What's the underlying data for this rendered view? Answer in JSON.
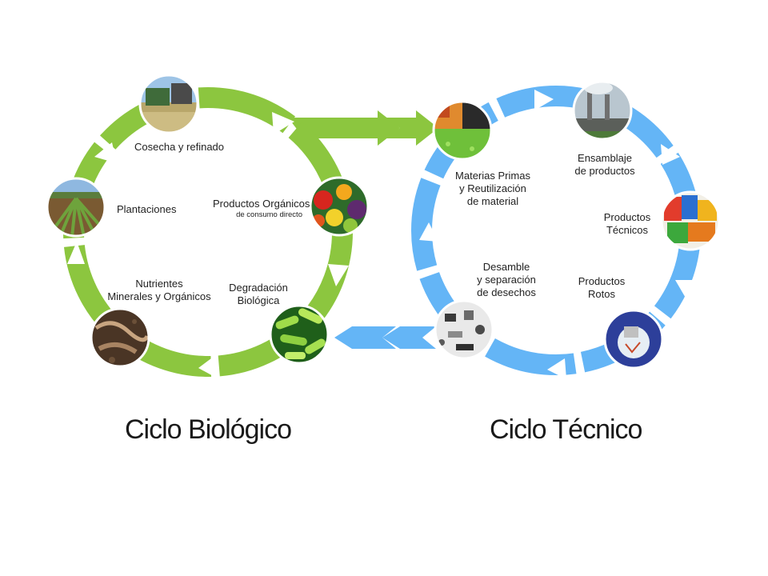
{
  "colors": {
    "biological": "#8cc63f",
    "technical": "#64b5f6"
  },
  "biological_cycle": {
    "title": "Ciclo Biológico",
    "nodes": {
      "cosecha": "Cosecha y refinado",
      "plantaciones": "Plantaciones",
      "productos_organicos": "Productos Orgánicos",
      "productos_organicos_sub": "de consumo directo",
      "degradacion": [
        "Degradación",
        "Biológica"
      ],
      "nutrientes": [
        "Nutrientes",
        "Minerales y Orgánicos"
      ]
    },
    "photos": [
      "harvester-photo",
      "plantation-field-photo",
      "fruits-vegetables-photo",
      "bacteria-photo",
      "soil-worms-photo"
    ]
  },
  "technical_cycle": {
    "title": "Ciclo Técnico",
    "nodes": {
      "materias_primas": [
        "Materias Primas",
        "y Reutilización",
        "de material"
      ],
      "ensamblaje": [
        "Ensamblaje",
        "de productos"
      ],
      "productos_tecnicos": [
        "Productos",
        "Técnicos"
      ],
      "productos_rotos": [
        "Productos",
        "Rotos"
      ],
      "desamble": [
        "Desamble",
        "y separación",
        "de desechos"
      ]
    },
    "photos": [
      "raw-materials-pellets-photo",
      "factory-photo",
      "packaged-products-photo",
      "broken-bulb-photo",
      "electronic-parts-photo"
    ]
  }
}
